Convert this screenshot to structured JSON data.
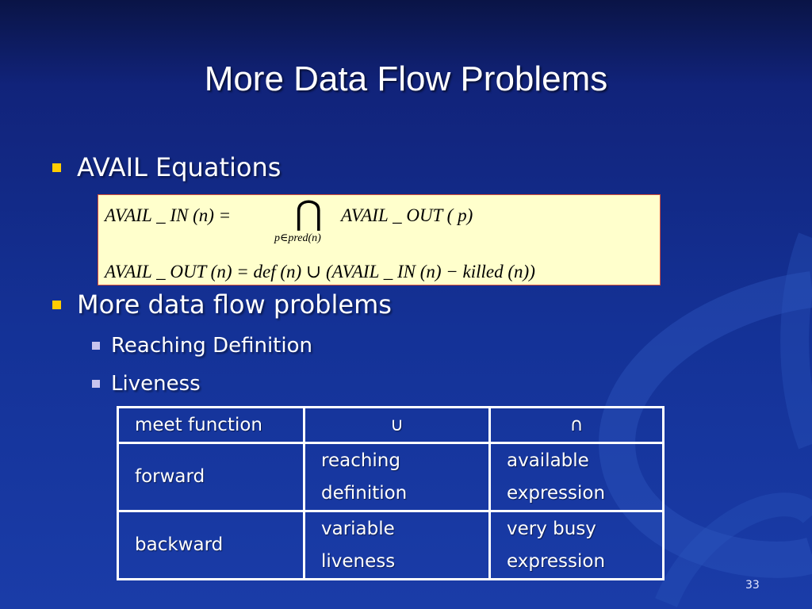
{
  "slide": {
    "title": "More Data Flow Problems",
    "bullets": {
      "avail": "AVAIL Equations",
      "more": "More data flow problems",
      "reaching": "Reaching Definition",
      "liveness": "Liveness"
    },
    "formula": {
      "line1_lhs": "AVAIL _ IN (n) =",
      "line1_operator": "⋂",
      "line1_subscript": "p∈pred(n)",
      "line1_rhs": "AVAIL _ OUT ( p)",
      "line2": "AVAIL _ OUT (n) = def (n) ∪ (AVAIL _ IN (n) − killed (n))"
    },
    "table": {
      "header": [
        "meet function",
        "∪",
        "∩"
      ],
      "rows": [
        {
          "label": "forward",
          "union": [
            "reaching",
            "definition"
          ],
          "intersection": [
            "available",
            "expression"
          ]
        },
        {
          "label": "backward",
          "union": [
            "variable",
            "liveness"
          ],
          "intersection": [
            "very busy",
            "expression"
          ]
        }
      ]
    },
    "page_number": "33",
    "colors": {
      "background": "#143297",
      "bullet_level1": "#ffcc00",
      "bullet_level2": "#c9c4ee",
      "formula_background": "#ffffcc",
      "formula_border": "#d64f3a"
    }
  }
}
